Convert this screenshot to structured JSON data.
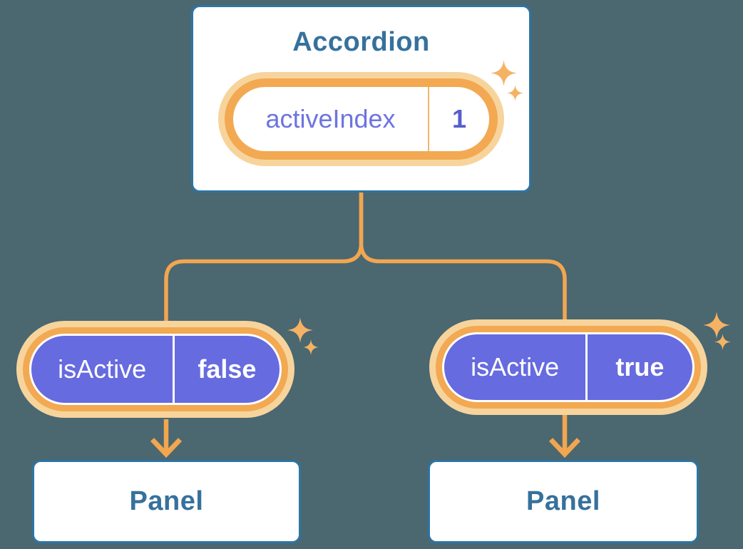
{
  "colors": {
    "background": "#4B6770",
    "card_background": "#FFFFFF",
    "card_border": "#2D74A4",
    "heading_text": "#36719C",
    "connector_orange": "#F1A64F",
    "pill_ring_orange": "#F2A952",
    "pill_halo_orange": "#F7D49C",
    "pill_purple": "#666BDF",
    "label_purple": "#6E74DF",
    "value_indigo": "#575ECE",
    "sparkle_orange": "#F5B264"
  },
  "tree": {
    "root": {
      "title": "Accordion",
      "state": {
        "label": "activeIndex",
        "value": "1"
      }
    },
    "children": [
      {
        "state": {
          "label": "isActive",
          "value": "false"
        },
        "panel_title": "Panel"
      },
      {
        "state": {
          "label": "isActive",
          "value": "true"
        },
        "panel_title": "Panel"
      }
    ]
  }
}
